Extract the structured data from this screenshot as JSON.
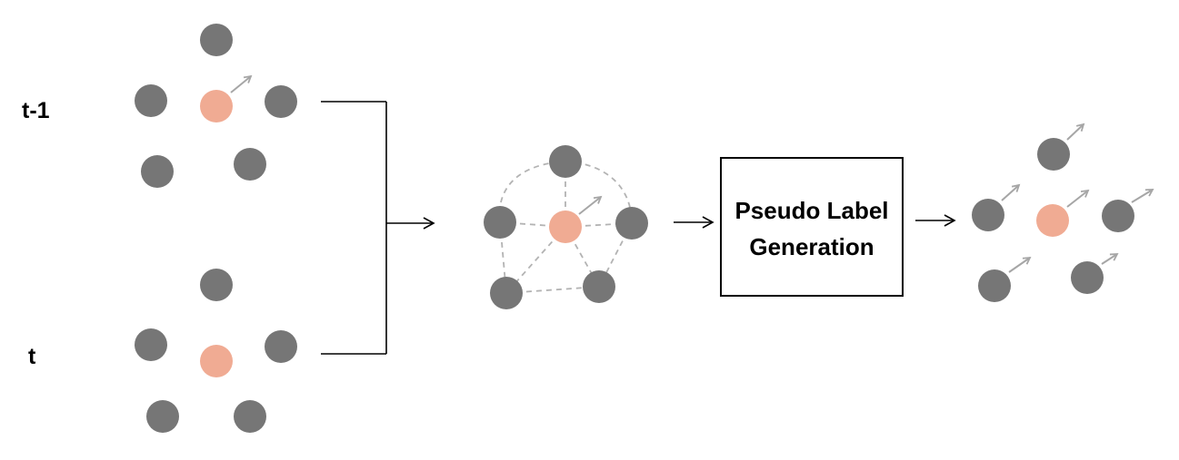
{
  "colors": {
    "gray_node": "#767676",
    "pink_node": "#f0ab93",
    "motion_arrow": "#a6a6a6",
    "graph_edge": "#b3b3b3",
    "flow_line": "#000000"
  },
  "frames": {
    "previous_label": "t-1",
    "current_label": "t"
  },
  "process_box": {
    "line1": "Pseudo Label",
    "line2": "Generation"
  }
}
